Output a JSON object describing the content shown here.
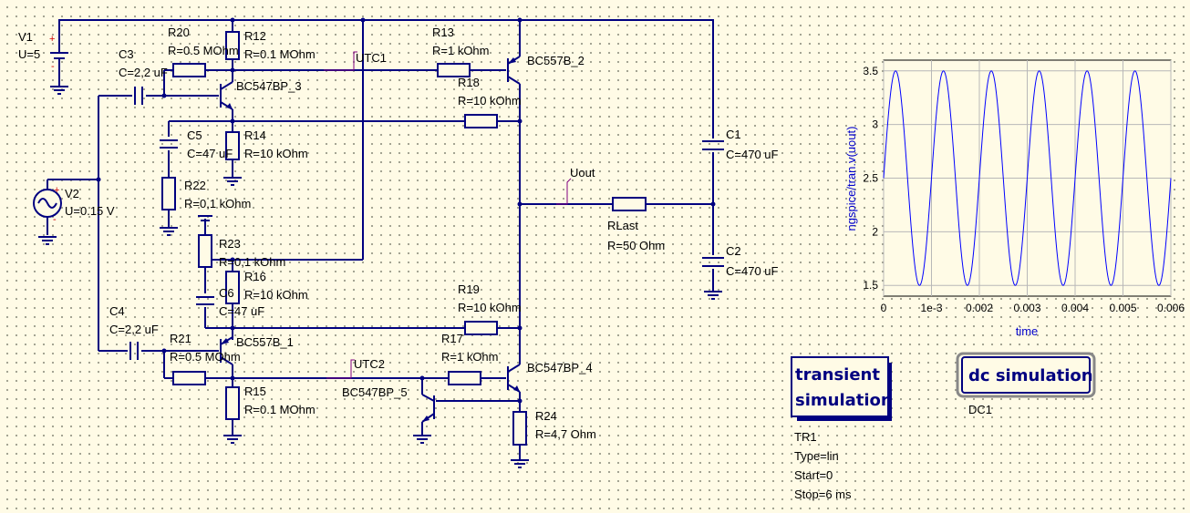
{
  "components": {
    "V1": {
      "name": "V1",
      "value": "U=5"
    },
    "V2": {
      "name": "V2",
      "value": "U=0.15 V"
    },
    "R20": {
      "name": "R20",
      "value": "R=0.5 MOhm"
    },
    "R12": {
      "name": "R12",
      "value": "R=0.1 MOhm"
    },
    "C3": {
      "name": "C3",
      "value": "C=2,2 uF"
    },
    "Q3": {
      "name": "BC547BP_3"
    },
    "R13": {
      "name": "R13",
      "value": "R=1 kOhm"
    },
    "Q2": {
      "name": "BC557B_2"
    },
    "R18": {
      "name": "R18",
      "value": "R=10 kOhm"
    },
    "C5": {
      "name": "C5",
      "value": "C=47 uF"
    },
    "R14": {
      "name": "R14",
      "value": "R=10 kOhm"
    },
    "R22": {
      "name": "R22",
      "value": "R=0,1 kOhm"
    },
    "R23": {
      "name": "R23",
      "value": "R=0,1 kOhm"
    },
    "R16": {
      "name": "R16",
      "value": "R=10 kOhm"
    },
    "C6": {
      "name": "C6",
      "value": "C=47 uF"
    },
    "C1": {
      "name": "C1",
      "value": "C=470 uF"
    },
    "C2": {
      "name": "C2",
      "value": "C=470 uF"
    },
    "RLast": {
      "name": "RLast",
      "value": "R=50 Ohm"
    },
    "R19": {
      "name": "R19",
      "value": "R=10 kOhm"
    },
    "C4": {
      "name": "C4",
      "value": "C=2,2 uF"
    },
    "R21": {
      "name": "R21",
      "value": "R=0.5 MOhm"
    },
    "Q1": {
      "name": "BC557B_1"
    },
    "R17": {
      "name": "R17",
      "value": "R=1 kOhm"
    },
    "Q4": {
      "name": "BC547BP_4"
    },
    "R15": {
      "name": "R15",
      "value": "R=0.1 MOhm"
    },
    "Q5": {
      "name": "BC547BP_5"
    },
    "R24": {
      "name": "R24",
      "value": "R=4,7 Ohm"
    }
  },
  "nets": {
    "utc1": "UTC1",
    "utc2": "UTC2",
    "uout": "Uout"
  },
  "polarity": {
    "plus": "+",
    "minus": "-"
  },
  "simulations": {
    "transient": {
      "title_line1": "transient",
      "title_line2": "simulation",
      "name": "TR1",
      "type": "Type=lin",
      "start": "Start=0",
      "stop": "Stop=6 ms"
    },
    "dc": {
      "title": "dc simulation",
      "name": "DC1"
    }
  },
  "chart_data": {
    "type": "line",
    "xlabel": "time",
    "ylabel": "ngspice/tran.v(uout)",
    "xlim": [
      0,
      0.006
    ],
    "ylim": [
      1.4,
      3.6
    ],
    "xticks": [
      "0",
      "1e-3",
      "0.002",
      "0.003",
      "0.004",
      "0.005",
      "0.006"
    ],
    "yticks": [
      "1.5",
      "2",
      "2.5",
      "3",
      "3.5"
    ],
    "grid": true,
    "series": [
      {
        "color": "#0000ff",
        "waveform": "sine",
        "offset": 2.5,
        "amplitude": 1.0,
        "frequency_hz": 1000,
        "start_value": 2.5
      }
    ]
  }
}
